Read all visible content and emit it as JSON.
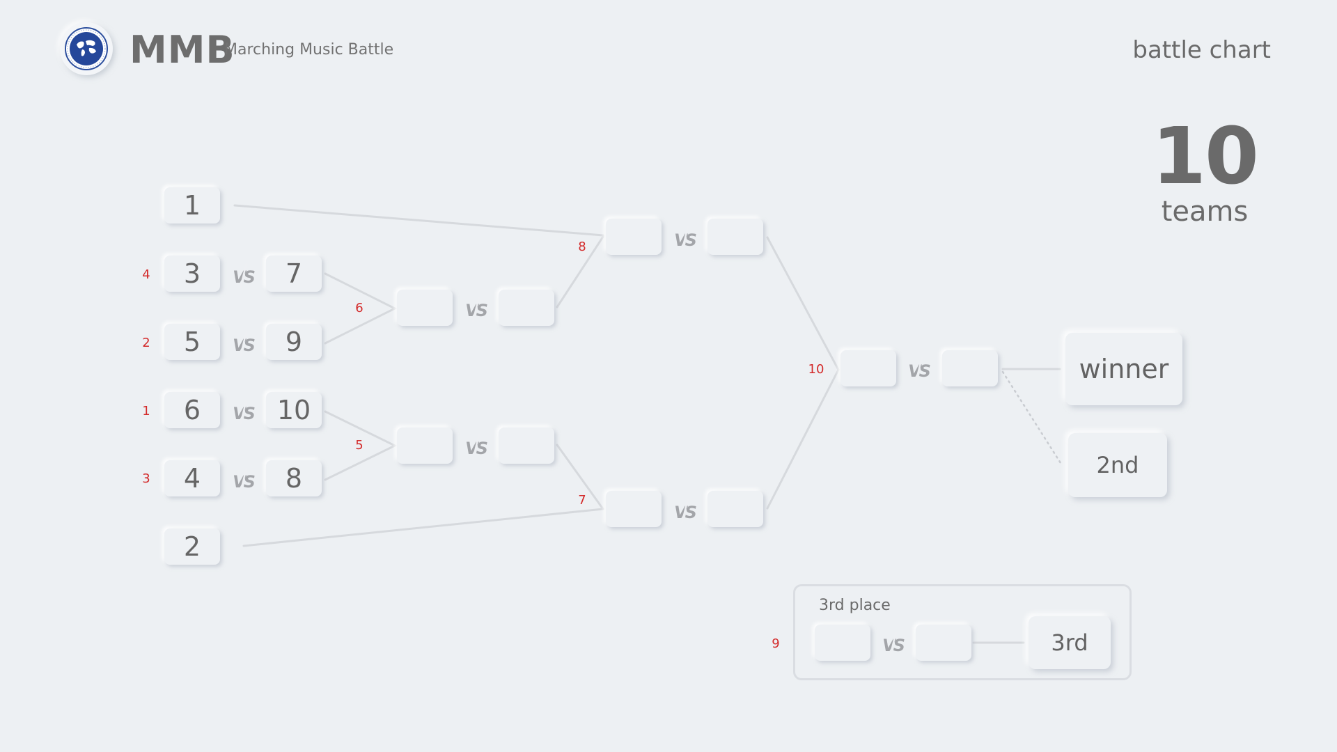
{
  "brand": {
    "name": "MMB",
    "subtitle": "Marching Music Battle",
    "logo_icon": "globe-seal-icon"
  },
  "page": {
    "title": "battle chart"
  },
  "team_count": {
    "value": "10",
    "unit": "teams"
  },
  "vs_label": "VS",
  "round1": {
    "bye_top": "1",
    "bye_bottom": "2",
    "matches": [
      {
        "match_no": "4",
        "home": "3",
        "away": "7"
      },
      {
        "match_no": "2",
        "home": "5",
        "away": "9"
      },
      {
        "match_no": "1",
        "home": "6",
        "away": "10"
      },
      {
        "match_no": "3",
        "home": "4",
        "away": "8"
      }
    ]
  },
  "round2": {
    "matches": [
      {
        "match_no": "6",
        "home": "",
        "away": ""
      },
      {
        "match_no": "5",
        "home": "",
        "away": ""
      }
    ]
  },
  "semifinals": {
    "matches": [
      {
        "match_no": "8",
        "home": "",
        "away": ""
      },
      {
        "match_no": "7",
        "home": "",
        "away": ""
      }
    ]
  },
  "final": {
    "match_no": "10",
    "home": "",
    "away": ""
  },
  "results": {
    "winner": "winner",
    "second": "2nd"
  },
  "third_place": {
    "label": "3rd place",
    "match_no": "9",
    "home": "",
    "away": "",
    "result": "3rd"
  },
  "colors": {
    "background": "#edf0f3",
    "match_number": "#d32a2a",
    "text": "#656565",
    "line": "#d6d9dd"
  }
}
